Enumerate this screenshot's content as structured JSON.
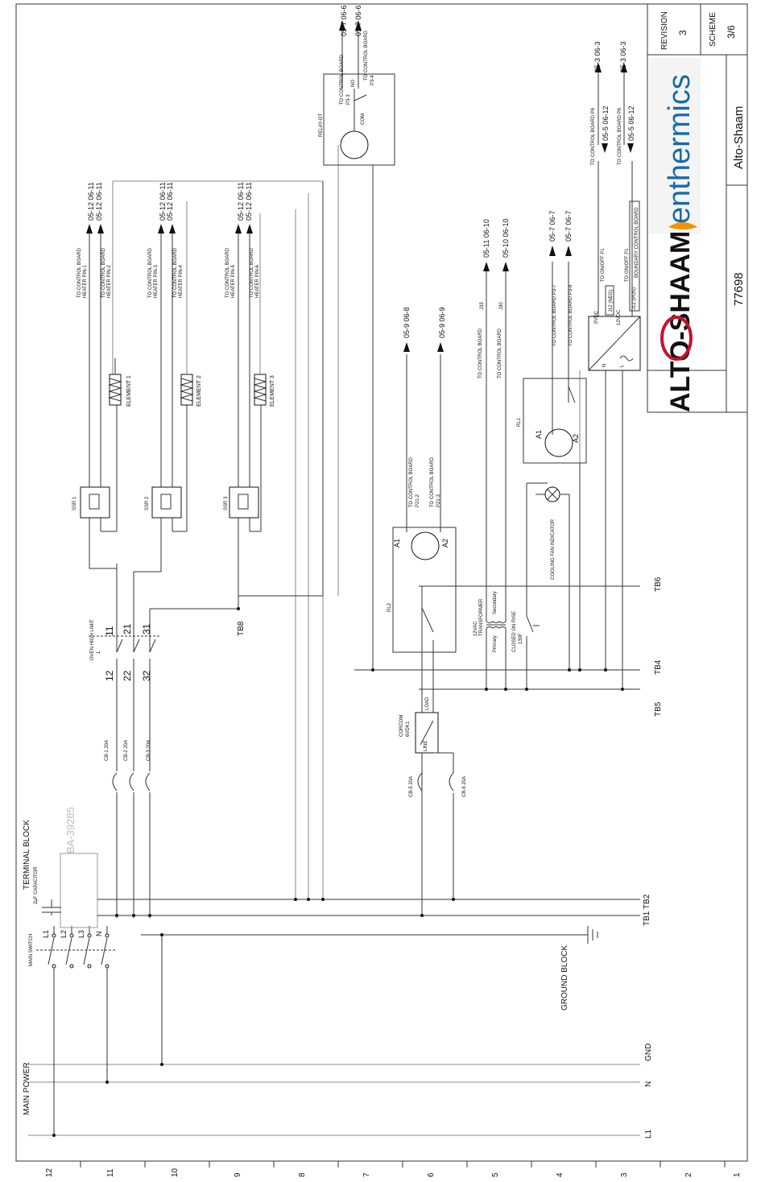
{
  "title_block": {
    "revision_label": "REVISION",
    "revision_value": "3",
    "scheme_label": "SCHEME",
    "scheme_value": "3/6",
    "brand_left": "ALTO-SHAAM",
    "brand_right": "enthermics",
    "drawing_number": "77698",
    "company": "Alto-Shaam"
  },
  "ruler_numbers": [
    "12",
    "11",
    "10",
    "9",
    "8",
    "7",
    "6",
    "5",
    "4",
    "3",
    "2",
    "1"
  ],
  "power": {
    "main_power": "MAIN POWER",
    "terminal_block": "TERMINAL BLOCK",
    "main_switch": "MAIN SWITCH",
    "capacitor": "2µF CAPACITOR",
    "capacitor_part": "BA-39285",
    "ground_block": "GROUND BLOCK",
    "bus_gnd": "GND",
    "bus_n": "N",
    "bus_l1": "L1",
    "tb1_tb2": "TB1 TB2",
    "tb4": "TB4",
    "tb5": "TB5",
    "tb6": "TB6",
    "tb8": "TB8",
    "switch_poles": [
      "L1",
      "L2",
      "L3",
      "N"
    ]
  },
  "breakers": [
    "CB-1 20A",
    "CB-2 20A",
    "CB-3 20A",
    "CB-5 20A",
    "CB-6 20A"
  ],
  "high_limit": {
    "label": "OVEN HIGH LIMIT",
    "sub": "1",
    "contacts_top": [
      "11",
      "21",
      "31"
    ],
    "contacts_bottom": [
      "12",
      "22",
      "32"
    ]
  },
  "ssrs": [
    "SSR 1",
    "SSR 2",
    "SSR 3"
  ],
  "elements": [
    "ELEMENT 1",
    "ELEMENT 2",
    "ELEMENT 3"
  ],
  "heater_labels": [
    {
      "a": "TO CONTROL BOARD",
      "b": "HEATER PIN-1",
      "ref": "05-12  06-11"
    },
    {
      "a": "TO CONTROL BOARD",
      "b": "HEATER PIN-2",
      "ref": "05-12  06-11"
    },
    {
      "a": "TO CONTROL BOARD",
      "b": "HEATER PIN-3",
      "ref": "05-12  06-11"
    },
    {
      "a": "TO CONTROL BOARD",
      "b": "HEATER PIN-4",
      "ref": "05-12  06-11"
    },
    {
      "a": "TO CONTROL BOARD",
      "b": "HEATER PIN-5",
      "ref": "05-12  06-11"
    },
    {
      "a": "TO CONTROL BOARD",
      "b": "HEATER PIN-6",
      "ref": "05-12  06-11"
    }
  ],
  "relay_ot": {
    "label": "RELAY-OT",
    "to_a": "TO CONTROL BOARD",
    "pin_a": "P3-3",
    "to_b": "TO CONTROL BOARD",
    "pin_b": "P3-4",
    "ref_a": "05-7  06-6",
    "ref_b": "05-7  06-6",
    "no": "NO",
    "com": "COM"
  },
  "rl2": {
    "label": "RL2",
    "a1": "A1",
    "a2": "A2",
    "to_a": "TO CONTROL BOARD",
    "pin_a": "P21-2",
    "to_b": "TO CONTROL BOARD",
    "pin_b": "P21-3",
    "ref_a": "05-9\n06-8",
    "ref_b": "05-9\n06-9"
  },
  "rl1": {
    "label": "RL1",
    "a1": "A1",
    "a2": "A2",
    "to_a": "TO CONTROL BOARD P3-7",
    "to_b": "TO CONTROL BOARD P3-8",
    "ref_a": "05-7  06-7",
    "ref_b": "05-7  06-7"
  },
  "cb_board": {
    "to_a": "TO CONTROL BOARD",
    "wire_a": "J33",
    "to_b": "TO CONTROL BOARD",
    "wire_b": "J30",
    "ref_a": "05-11    06-10",
    "ref_b": "05-10    06-10"
  },
  "psu": {
    "to_p6_a": "TO CONTROL BOARD P6",
    "to_p6_b": "TO CONTROL BOARD P6",
    "onoff_a": "TO ON/OFF P1",
    "onoff_b": "TO ON/OFF P1",
    "j12_neg": "J12 (NEG)",
    "j12_pos": "J12 (POS)",
    "boundary": "BOUNDARY CONTROL BOARD",
    "ref_a1": "05-3  06-3",
    "ref_a2": "05-5  06-12",
    "ref_b1": "05-3  06-3",
    "ref_b2": "05-5  06-12",
    "out_neg": "0VDC",
    "out_pos": "12VDC",
    "in_n": "N",
    "in_l": "L"
  },
  "corcom": {
    "label": "CORCOM",
    "model": "6VDK1",
    "line": "LINE",
    "load": "LOAD"
  },
  "transformer": {
    "label": "12VAC",
    "label2": "TRANSFORMER",
    "primary": "Primary",
    "secondary": "Secondary"
  },
  "thermostat": {
    "label": "CLOSED ON RISE",
    "value": "130F"
  },
  "fan_indicator": "COOLING FAN INDICATOR",
  "colors": {
    "wire": "#333333",
    "brand_red": "#c8102e",
    "brand_orange": "#f39200",
    "brand_blue": "#1a6aa8",
    "part_gray": "#bbbbbb"
  }
}
